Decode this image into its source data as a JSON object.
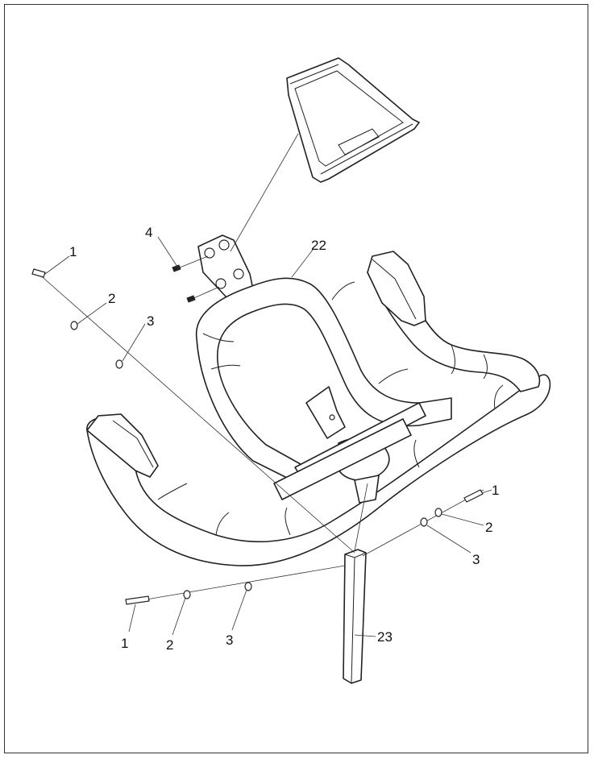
{
  "callouts": {
    "c1a": "1",
    "c2a": "2",
    "c3a": "3",
    "c4": "4",
    "c22": "22",
    "c1b": "1",
    "c2b": "2",
    "c3b": "3",
    "c1c": "1",
    "c2c": "2",
    "c3c": "3",
    "c23": "23"
  },
  "colors": {
    "line": "#222222",
    "background": "#ffffff"
  }
}
